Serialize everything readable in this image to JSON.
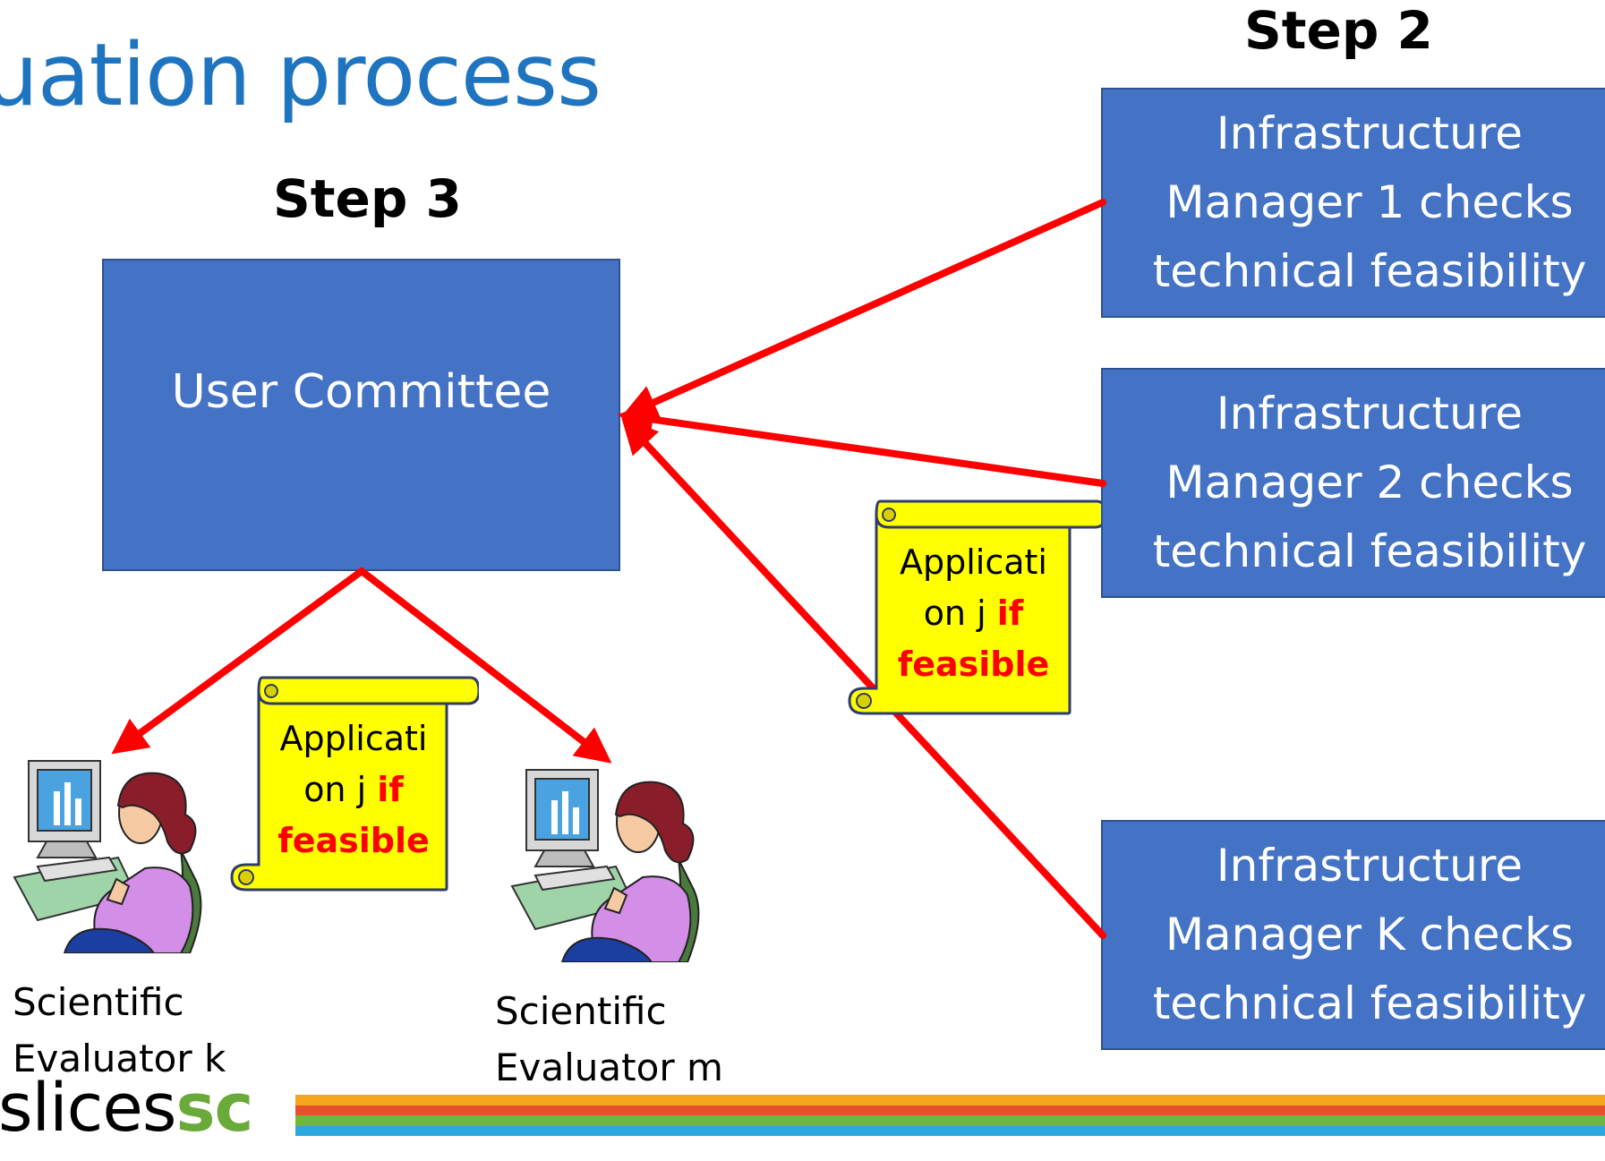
{
  "title": "uation process",
  "step2": "Step 2",
  "step3": "Step 3",
  "user_committee": "User Committee",
  "managers": [
    {
      "line1": "Infrastructure",
      "line2": "Manager 1 checks",
      "line3": "technical feasibility"
    },
    {
      "line1": "Infrastructure",
      "line2": "Manager 2 checks",
      "line3": "technical feasibility"
    },
    {
      "line1": "Infrastructure",
      "line2": "Manager K checks",
      "line3": "technical feasibility"
    }
  ],
  "application_scroll": {
    "line1": "Applicati",
    "line2_prefix": "on j ",
    "line2_red": "if",
    "line3_red": "feasible"
  },
  "evaluators": [
    {
      "line1": "Scientific",
      "line2": "Evaluator k"
    },
    {
      "line1": "Scientific",
      "line2": "Evaluator m"
    }
  ],
  "logo": {
    "main": "slices",
    "accent": "sc"
  },
  "colors": {
    "box_blue": "#4472c4",
    "arrow_red": "#ff0000",
    "scroll_yellow": "#ffff00",
    "title_blue": "#1f74c0"
  },
  "footer_stripe_colors": [
    "#f4a71d",
    "#e8502d",
    "#6fb63e",
    "#2aa7df"
  ]
}
